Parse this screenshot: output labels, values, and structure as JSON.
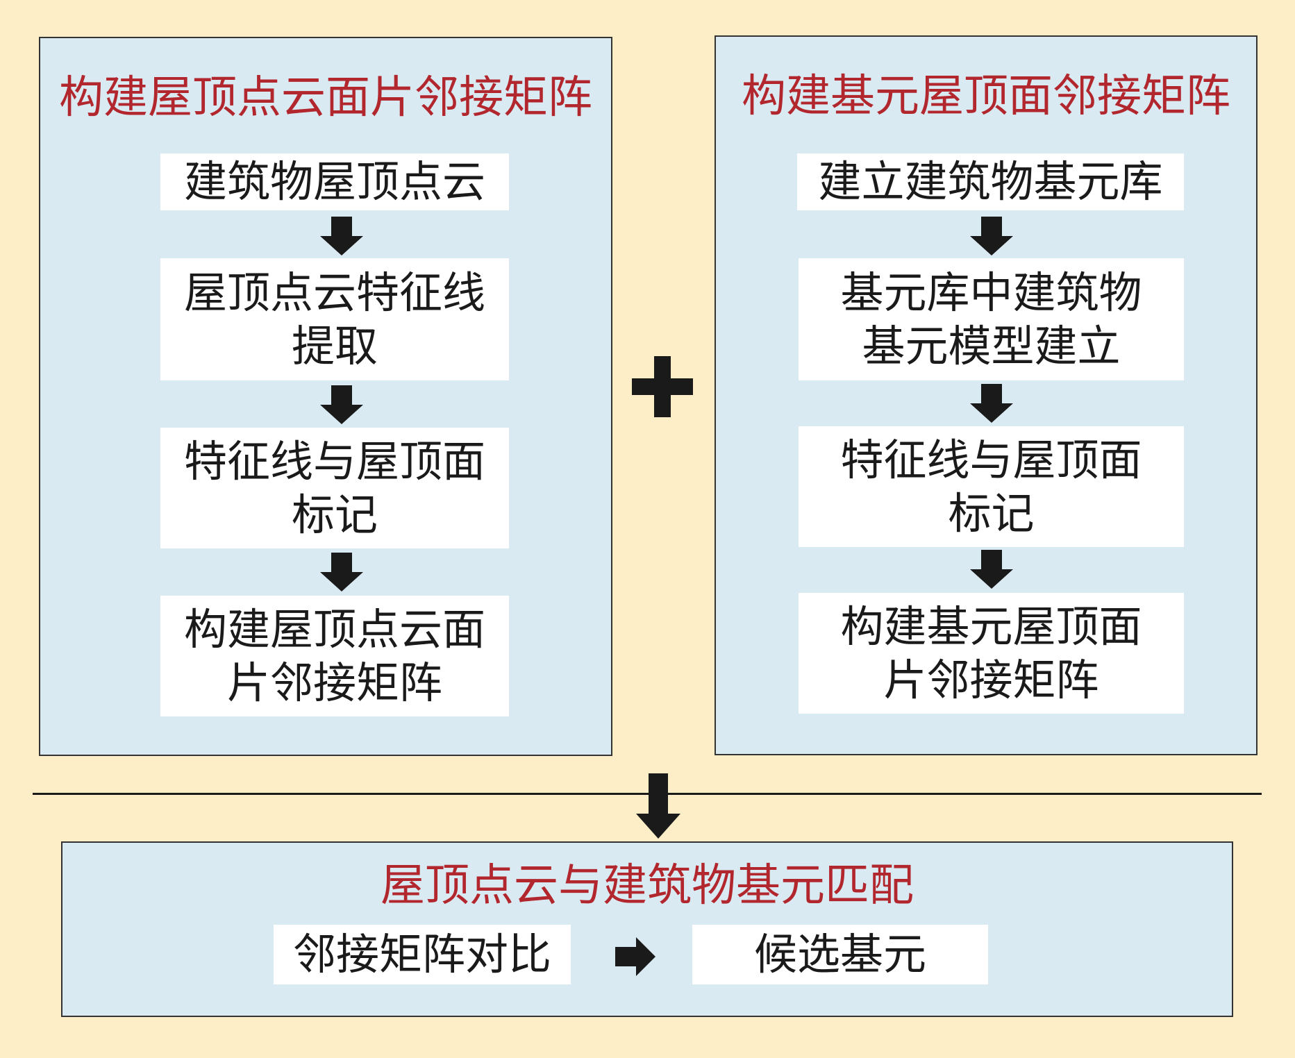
{
  "left_panel": {
    "title": "构建屋顶点云面片邻接矩阵",
    "steps": [
      "建筑物屋顶点云",
      "屋顶点云特征线\n提取",
      "特征线与屋顶面\n标记",
      "构建屋顶点云面\n片邻接矩阵"
    ]
  },
  "right_panel": {
    "title": "构建基元屋顶面邻接矩阵",
    "steps": [
      "建立建筑物基元库",
      "基元库中建筑物\n基元模型建立",
      "特征线与屋顶面\n标记",
      "构建基元屋顶面\n片邻接矩阵"
    ]
  },
  "bottom_panel": {
    "title": "屋顶点云与建筑物基元匹配",
    "left_box": "邻接矩阵对比",
    "right_box": "候选基元"
  },
  "colors": {
    "background": "#fdeec8",
    "panel_fill": "#daeaf2",
    "title_red": "#b2272d",
    "arrow": "#1a1a1a"
  },
  "icons": [
    "arrow-down-icon",
    "plus-icon",
    "arrow-right-icon"
  ]
}
